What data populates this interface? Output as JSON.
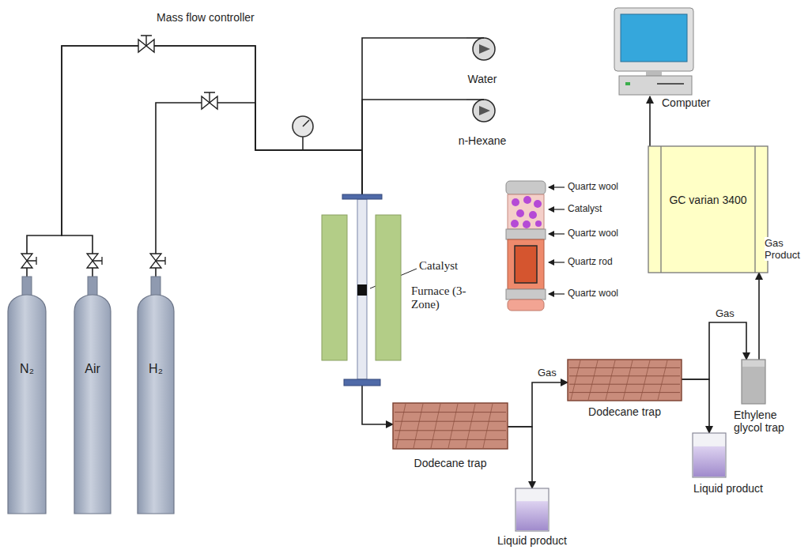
{
  "diagram": {
    "nodes": [
      {
        "text": [
          "N₂"
        ]
      },
      {
        "text": [
          "Air"
        ]
      },
      {
        "text": [
          "H₂"
        ]
      },
      {
        "text": [
          "Water"
        ]
      },
      {
        "text": [
          "n-Hexane"
        ]
      },
      {
        "text": [
          "Furnace (3-Zone)"
        ]
      },
      {
        "text": [
          "Dodecane trap"
        ]
      },
      {
        "text": [
          "Liquid product"
        ]
      },
      {
        "text": [
          "Dodecane trap"
        ]
      },
      {
        "text": [
          "Liquid product"
        ]
      },
      {
        "text": [
          "Ethylene glycol trap"
        ]
      },
      {
        "text": [
          "GC varian 3400"
        ]
      },
      {
        "text": [
          "Computer"
        ]
      }
    ],
    "edges": [
      {
        "from": 0,
        "to": 5,
        "arrow": "none"
      },
      {
        "from": 1,
        "to": 5,
        "arrow": "none"
      },
      {
        "from": 2,
        "to": 5,
        "arrow": "none"
      },
      {
        "from": 3,
        "to": 5,
        "arrow": "none"
      },
      {
        "from": 4,
        "to": 5,
        "arrow": "none"
      },
      {
        "from": 5,
        "to": 6,
        "arrow": "to"
      },
      {
        "from": 6,
        "to": 7,
        "arrow": "to"
      },
      {
        "from": 6,
        "to": 8,
        "arrow": "to",
        "label": "Gas"
      },
      {
        "from": 8,
        "to": 9,
        "arrow": "to"
      },
      {
        "from": 8,
        "to": 10,
        "arrow": "to",
        "label": "Gas"
      },
      {
        "from": 10,
        "to": 11,
        "arrow": "to",
        "label": "Gas Product"
      },
      {
        "from": 11,
        "to": 12,
        "arrow": "to"
      }
    ],
    "labels": [
      "Mass flow controller",
      "Quartz wool",
      "Catalyst",
      "Quartz wool",
      "Quartz rod",
      "Catalyst",
      "Quartz wool"
    ]
  }
}
